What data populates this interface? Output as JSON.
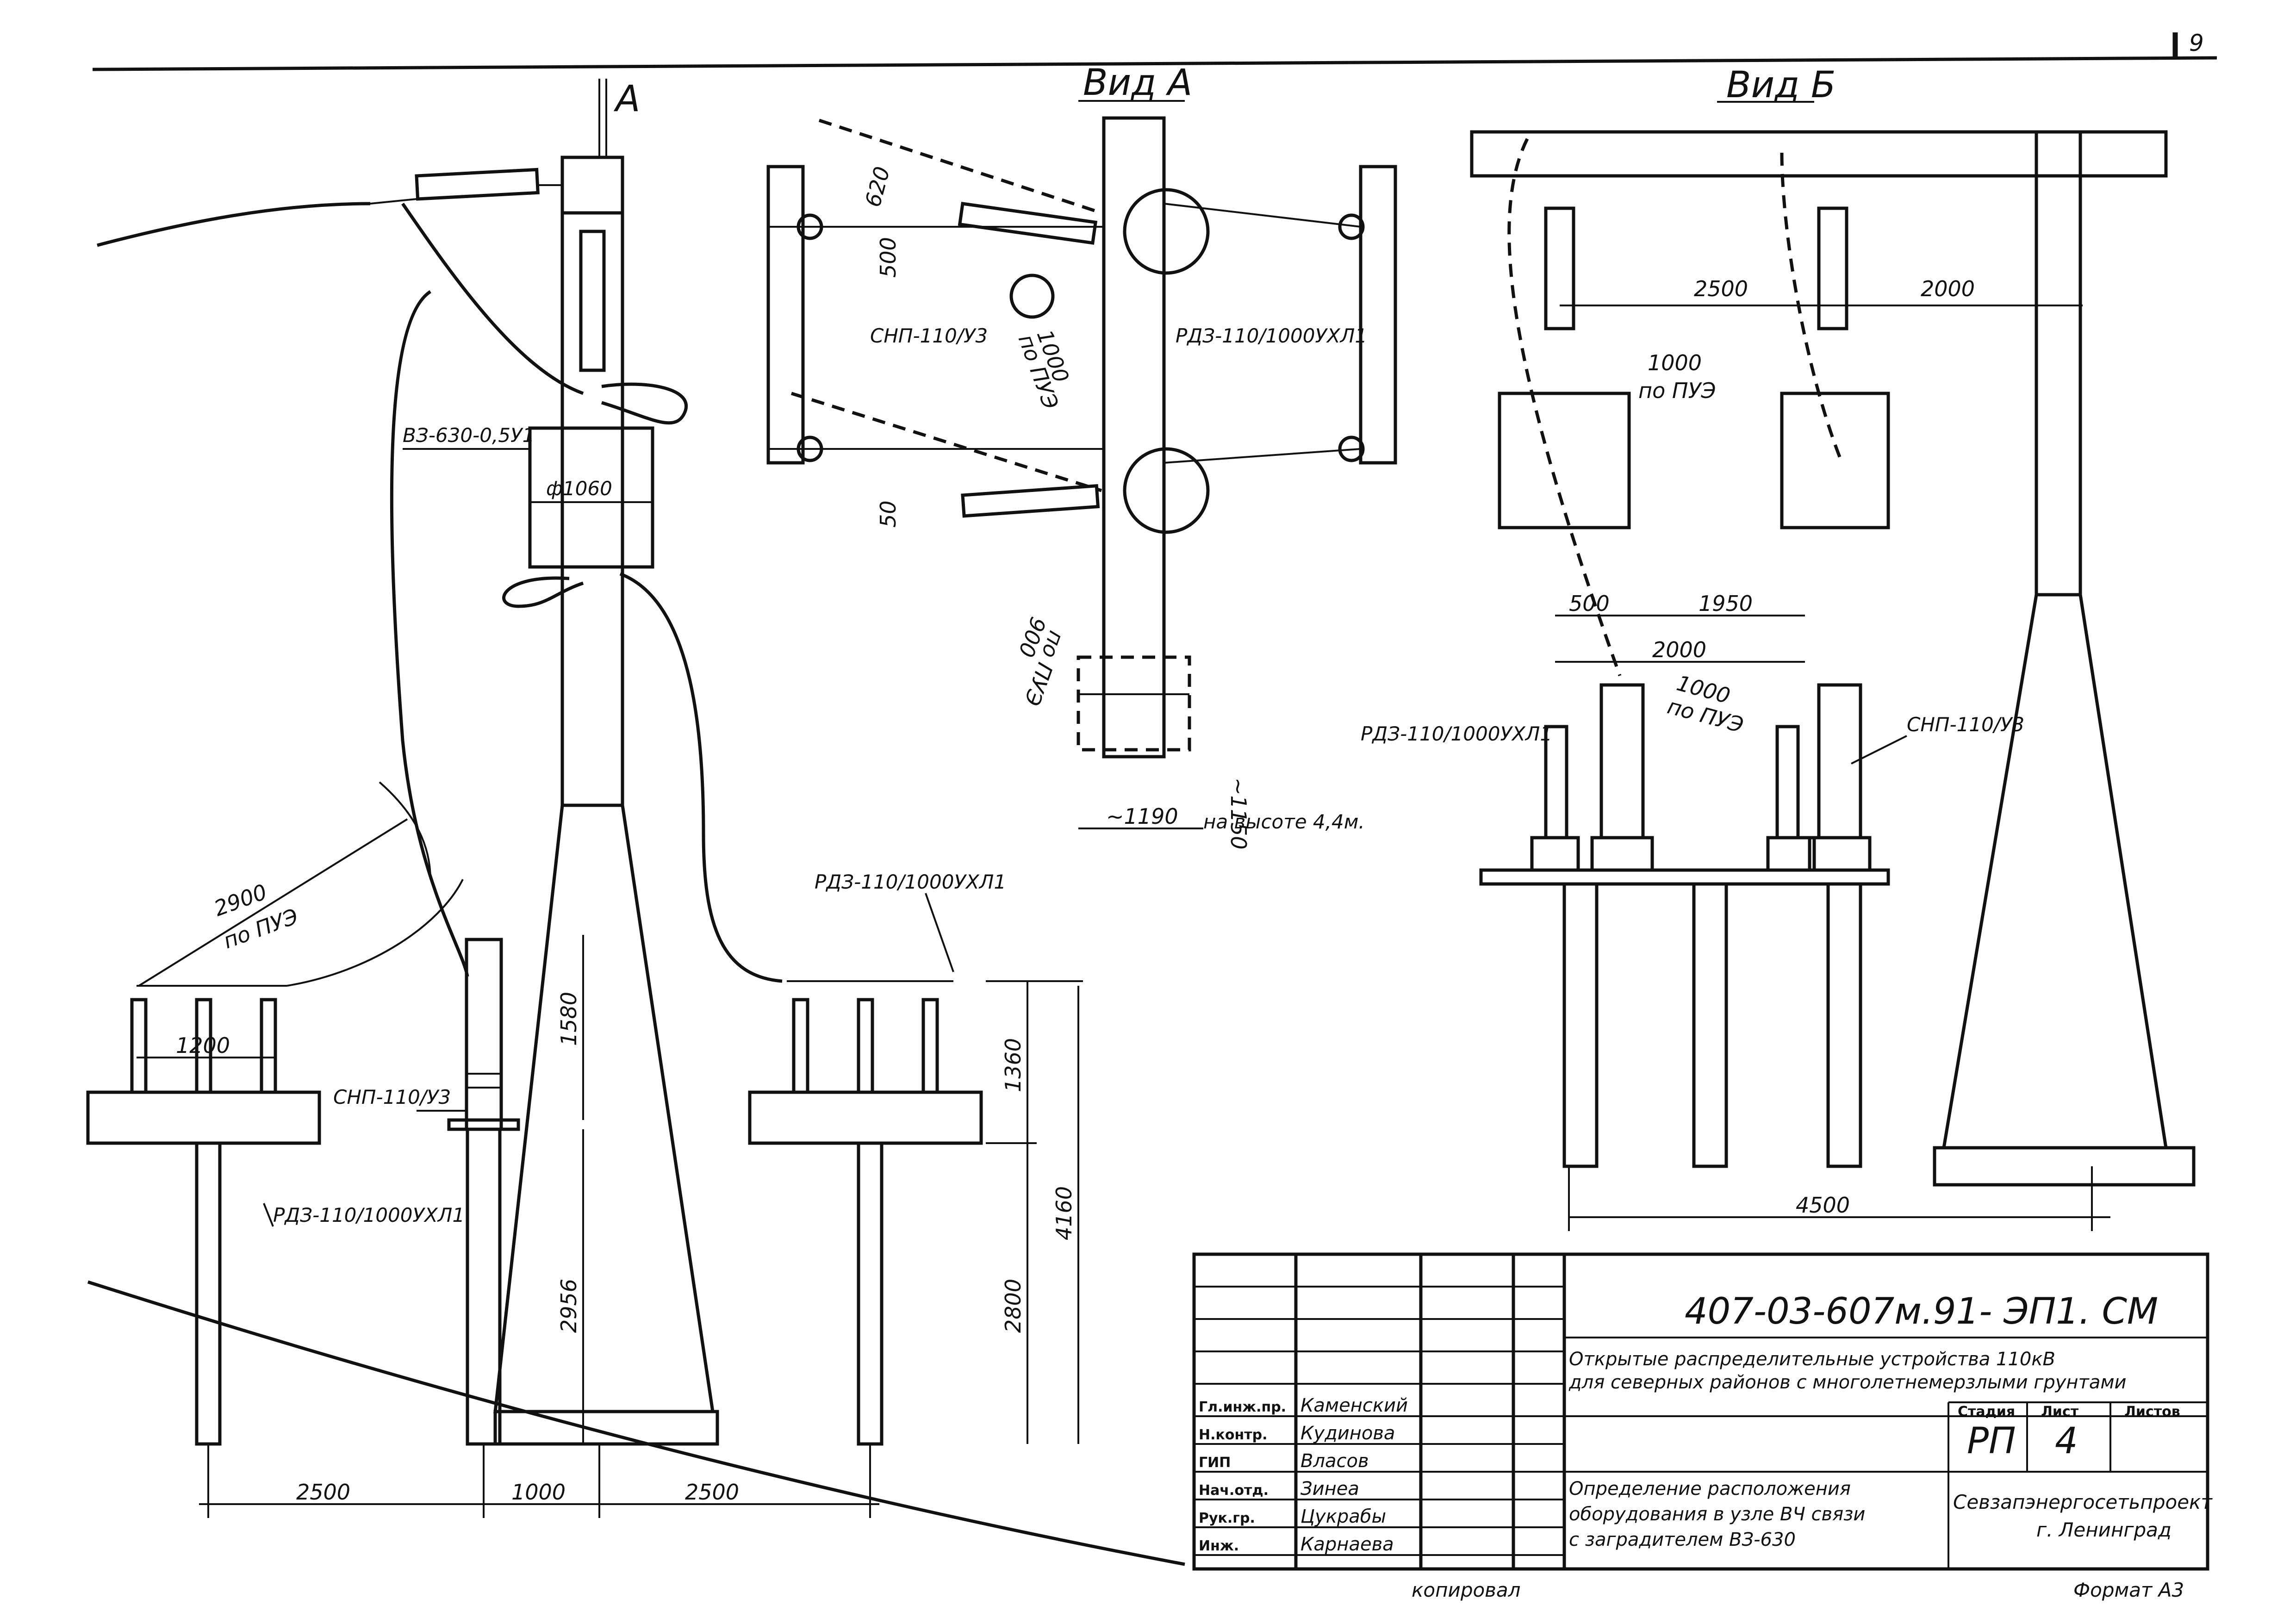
{
  "sheet_number": "9",
  "views": {
    "arrow_label": "А",
    "view_a_title": "Вид А",
    "view_b_title": "Вид Б"
  },
  "labels": {
    "vz": "ВЗ-630-0,5У1",
    "diameter": "ф1060",
    "snp_main": "СНП-110/У3",
    "rdz_left": "РДЗ-110/1000УХЛ1",
    "rdz_right": "РДЗ-110/1000УХЛ1",
    "snp_a": "СНП-110/У3",
    "rdz_a": "РДЗ-110/1000УХЛ1",
    "rdz_b": "РДЗ-110/1000УХЛ1",
    "snp_b": "СНП-110/У3",
    "height_note": "на высоте 4,4м."
  },
  "dimensions": {
    "d2900": "2900",
    "d2900_note": "по ПУЭ",
    "d1200": "1200",
    "d1580": "1580",
    "d1360": "1360",
    "d2956": "2956",
    "d2800": "2800",
    "d4160": "4160",
    "d2500_l": "2500",
    "d1000": "1000",
    "d2500_r": "2500",
    "a_620": "620",
    "a_500": "500",
    "a_1000": "1000",
    "a_1000_note": "по ПУЭ",
    "a_900": "900",
    "a_900_note": "по ПУЭ",
    "a_50": "50",
    "a_1190": "~1190",
    "a_1150": "~1150",
    "b_2500": "2500",
    "b_2000": "2000",
    "b_1000": "1000",
    "b_1000_note": "по ПУЭ",
    "b_500": "500",
    "b_1950": "1950",
    "b_2000_low": "2000",
    "b_1000_low": "1000",
    "b_1000_low_note": "по ПУЭ",
    "b_4500": "4500"
  },
  "title_block": {
    "doc_code": "407-03-607м.91- ЭП1. СМ",
    "title_line1": "Открытые распределительные устройства 110кВ",
    "title_line2": "для северных районов с многолетнемерзлыми грунтами",
    "stage_header": "Стадия",
    "sheet_header": "Лист",
    "sheets_header": "Листов",
    "stage_value": "РП",
    "sheet_value": "4",
    "drawing_line1": "Определение расположения",
    "drawing_line2": "оборудования в узле ВЧ связи",
    "drawing_line3": "с заградителем ВЗ-630",
    "org_line1": "Севзапэнергосетьпроект",
    "org_line2": "г. Ленинград",
    "staff": [
      {
        "role": "Гл.инж.пр.",
        "name": "Каменский"
      },
      {
        "role": "Н.контр.",
        "name": "Кудинова"
      },
      {
        "role": "ГИП",
        "name": "Власов"
      },
      {
        "role": "Нач.отд.",
        "name": "Зинеа"
      },
      {
        "role": "Рук.гр.",
        "name": "Цукрабы"
      },
      {
        "role": "Инж.",
        "name": "Карнаева"
      }
    ],
    "copied_by": "копировал",
    "format": "Формат А3"
  }
}
